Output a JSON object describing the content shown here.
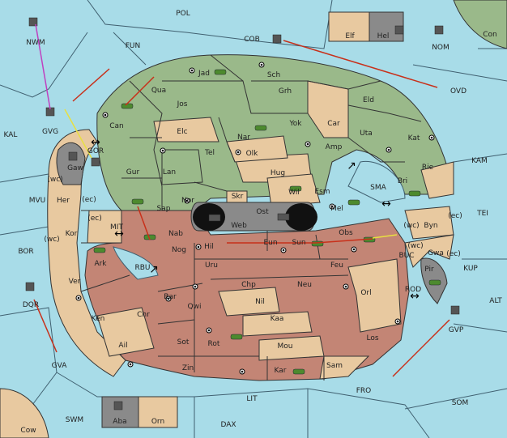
{
  "labels": {
    "pol": "POL",
    "fun": "FUN",
    "cob": "COB",
    "nwm": "NWM",
    "nom": "NOM",
    "con": "Con",
    "elf": "Elf",
    "hel": "Hel",
    "ovd": "OVD",
    "kal": "KAL",
    "gvg": "GVG",
    "gor": "GOR",
    "gaw": "Gaw",
    "mvu": "MVU",
    "her": "Her",
    "kor": "Kor",
    "wc1": "(wc)",
    "ec1": "(ec)",
    "ec2": "(ec)",
    "wc2": "(wc)",
    "bor": "BOR",
    "ark": "Ark",
    "ver": "Ver",
    "dqr": "DQR",
    "ken": "Ken",
    "ail": "Ail",
    "chr": "Chr",
    "mit": "MIT",
    "rbu": "RBU",
    "nab": "Nab",
    "nog": "Nog",
    "sap": "Sap",
    "gur": "Gur",
    "can": "Can",
    "qua": "Qua",
    "jad": "Jad",
    "sch": "Sch",
    "jos": "Jos",
    "grh": "Grh",
    "elc": "Elc",
    "tel": "Tel",
    "lan": "Lan",
    "nar": "Nar",
    "yok": "Yok",
    "car": "Car",
    "eld": "Eld",
    "olk": "Olk",
    "amp": "Amp",
    "uta": "Uta",
    "kat": "Kat",
    "kam": "KAM",
    "hug": "Hug",
    "rie": "Rie",
    "bri": "Bri",
    "nor": "Nor",
    "wil": "Wil",
    "esm": "Esm",
    "sma": "SMA",
    "skr": "Skr",
    "ost": "Ost",
    "web": "Web",
    "mel": "Mel",
    "tei": "TEI",
    "ec3": "(ec)",
    "byn": "Byn",
    "wc3": "(wc)",
    "obs": "Obs",
    "eun": "Eun",
    "sun": "Sun",
    "hil": "Hil",
    "buc": "BUC",
    "wc4": "(wc)",
    "gwa": "Gwa",
    "ec4": "(ec)",
    "kup": "KUP",
    "uru": "Uru",
    "feu": "Feu",
    "pir": "Pir",
    "chp": "Chp",
    "neu": "Neu",
    "orl": "Orl",
    "rod": "ROD",
    "alt": "ALT",
    "bar": "Bar",
    "qwi": "Qwi",
    "nil": "Nil",
    "kaa": "Kaa",
    "gvp": "GVP",
    "los": "Los",
    "sot": "Sot",
    "rot": "Rot",
    "mou": "Mou",
    "gva": "GVA",
    "zin": "Zin",
    "kar": "Kar",
    "sam": "Sam",
    "fro": "FRO",
    "lit": "LIT",
    "som": "SOM",
    "swm": "SWM",
    "aba": "Aba",
    "orn": "Orn",
    "dax": "DAX",
    "cow": "Cow"
  }
}
